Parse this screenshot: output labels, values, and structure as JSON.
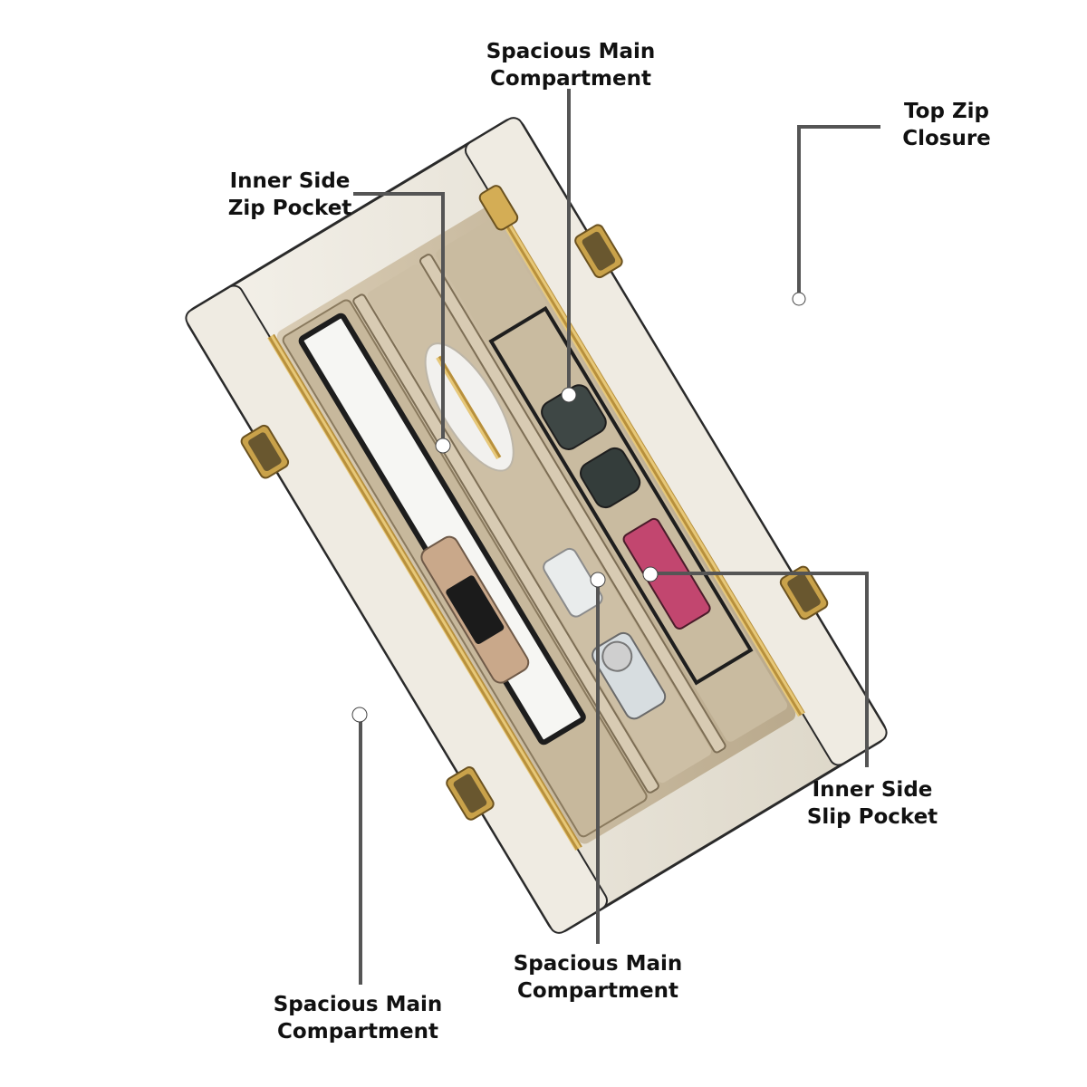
{
  "image": {
    "subject": "handbag-top-view-interior",
    "colors": {
      "background": "#ffffff",
      "bag_shell": "#ece7da",
      "lining": "#cbbca3",
      "zipper_gold": "#c9a24a",
      "hardware_black": "#1a1a1a",
      "leader_line": "#555555",
      "marker": "#ffffff"
    }
  },
  "callouts": {
    "main_top": {
      "line1": "Spacious Main",
      "line2": "Compartment"
    },
    "top_zip": {
      "line1": "Top Zip",
      "line2": "Closure"
    },
    "inner_zip": {
      "line1": "Inner Side",
      "line2": "Zip Pocket"
    },
    "slip": {
      "line1": "Inner Side",
      "line2": "Slip Pocket"
    },
    "main_mid": {
      "line1": "Spacious Main",
      "line2": "Compartment"
    },
    "main_left": {
      "line1": "Spacious Main",
      "line2": "Compartment"
    }
  }
}
